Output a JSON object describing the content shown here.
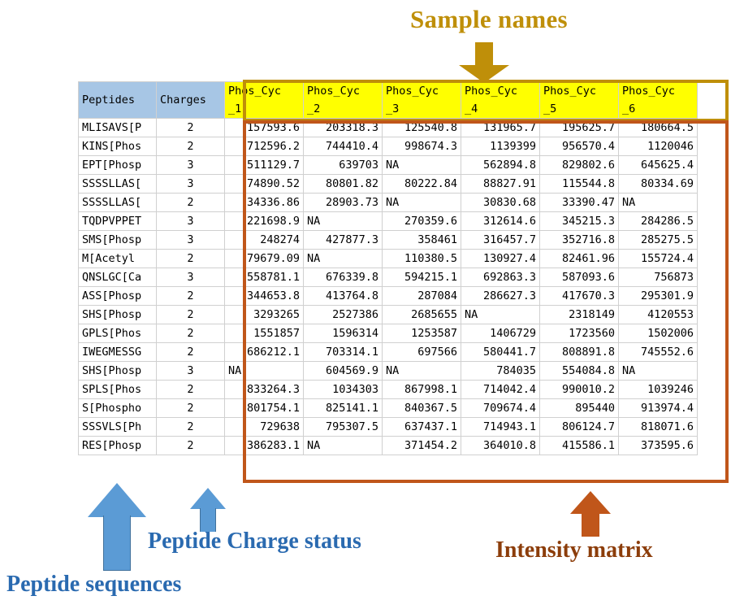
{
  "annotations": {
    "sample_names": "Sample names",
    "peptide_charge_status": "Peptide Charge status",
    "peptide_sequences": "Peptide sequences",
    "intensity_matrix": "Intensity matrix"
  },
  "colors": {
    "sample_names": "#bf8f09",
    "blue_annotation": "#2a6ab0",
    "intensity": "#8c3d0a",
    "header_highlight": "#ffff00",
    "header_fill": "#a7c6e5",
    "matrix_border": "#c0561a",
    "arrow_blue": "#5b9bd5"
  },
  "icons": {
    "sample_arrow": "arrow-down-icon",
    "sequences_arrow": "arrow-up-icon",
    "charges_arrow": "arrow-up-icon",
    "intensity_arrow": "arrow-up-icon"
  },
  "table": {
    "headers": {
      "peptides": "Peptides",
      "charges": "Charges",
      "samples": [
        {
          "line1": "Phos_Cyc",
          "line2": "_1"
        },
        {
          "line1": "Phos_Cyc",
          "line2": "_2"
        },
        {
          "line1": "Phos_Cyc",
          "line2": "_3"
        },
        {
          "line1": "Phos_Cyc",
          "line2": "_4"
        },
        {
          "line1": "Phos_Cyc",
          "line2": "_5"
        },
        {
          "line1": "Phos_Cyc",
          "line2": "_6"
        }
      ]
    },
    "rows": [
      {
        "peptide": "MLISAVS[P",
        "charge": "2",
        "values": [
          "157593.6",
          "203318.3",
          "125540.8",
          "131965.7",
          "195625.7",
          "180664.5"
        ]
      },
      {
        "peptide": "KINS[Phos",
        "charge": "2",
        "values": [
          "712596.2",
          "744410.4",
          "998674.3",
          "1139399",
          "956570.4",
          "1120046"
        ]
      },
      {
        "peptide": "EPT[Phosp",
        "charge": "3",
        "values": [
          "511129.7",
          "639703",
          "NA",
          "562894.8",
          "829802.6",
          "645625.4"
        ]
      },
      {
        "peptide": "SSSSLLAS[",
        "charge": "3",
        "values": [
          "74890.52",
          "80801.82",
          "80222.84",
          "88827.91",
          "115544.8",
          "80334.69"
        ]
      },
      {
        "peptide": "SSSSLLAS[",
        "charge": "2",
        "values": [
          "34336.86",
          "28903.73",
          "NA",
          "30830.68",
          "33390.47",
          "NA"
        ]
      },
      {
        "peptide": "TQDPVPPET",
        "charge": "3",
        "values": [
          "221698.9",
          "NA",
          "270359.6",
          "312614.6",
          "345215.3",
          "284286.5"
        ]
      },
      {
        "peptide": "SMS[Phosp",
        "charge": "3",
        "values": [
          "248274",
          "427877.3",
          "358461",
          "316457.7",
          "352716.8",
          "285275.5"
        ]
      },
      {
        "peptide": "M[Acetyl",
        "charge": "2",
        "values": [
          "79679.09",
          "NA",
          "110380.5",
          "130927.4",
          "82461.96",
          "155724.4"
        ]
      },
      {
        "peptide": "QNSLGC[Ca",
        "charge": "3",
        "values": [
          "558781.1",
          "676339.8",
          "594215.1",
          "692863.3",
          "587093.6",
          "756873"
        ]
      },
      {
        "peptide": "ASS[Phosp",
        "charge": "2",
        "values": [
          "344653.8",
          "413764.8",
          "287084",
          "286627.3",
          "417670.3",
          "295301.9"
        ]
      },
      {
        "peptide": "SHS[Phosp",
        "charge": "2",
        "values": [
          "3293265",
          "2527386",
          "2685655",
          "NA",
          "2318149",
          "4120553"
        ]
      },
      {
        "peptide": "GPLS[Phos",
        "charge": "2",
        "values": [
          "1551857",
          "1596314",
          "1253587",
          "1406729",
          "1723560",
          "1502006"
        ]
      },
      {
        "peptide": "IWEGMESSG",
        "charge": "2",
        "values": [
          "686212.1",
          "703314.1",
          "697566",
          "580441.7",
          "808891.8",
          "745552.6"
        ]
      },
      {
        "peptide": "SHS[Phosp",
        "charge": "3",
        "values": [
          "NA",
          "604569.9",
          "NA",
          "784035",
          "554084.8",
          "NA"
        ]
      },
      {
        "peptide": "SPLS[Phos",
        "charge": "2",
        "values": [
          "833264.3",
          "1034303",
          "867998.1",
          "714042.4",
          "990010.2",
          "1039246"
        ]
      },
      {
        "peptide": "S[Phospho",
        "charge": "2",
        "values": [
          "801754.1",
          "825141.1",
          "840367.5",
          "709674.4",
          "895440",
          "913974.4"
        ]
      },
      {
        "peptide": "SSSVLS[Ph",
        "charge": "2",
        "values": [
          "729638",
          "795307.5",
          "637437.1",
          "714943.1",
          "806124.7",
          "818071.6"
        ]
      },
      {
        "peptide": "RES[Phosp",
        "charge": "2",
        "values": [
          "386283.1",
          "NA",
          "371454.2",
          "364010.8",
          "415586.1",
          "373595.6"
        ]
      }
    ]
  }
}
